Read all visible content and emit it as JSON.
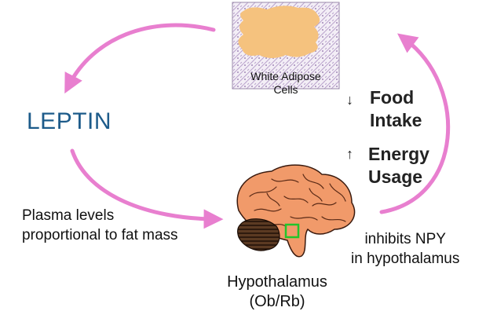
{
  "labels": {
    "leptin": "LEPTIN",
    "adipose_line1": "White Adipose",
    "adipose_line2": "Cells",
    "food_line1": "Food",
    "food_line2": "Intake",
    "energy_line1": "Energy",
    "energy_line2": "Usage",
    "down_arrow": "↓",
    "up_arrow": "↑",
    "plasma_line1": "Plasma levels",
    "plasma_line2": "proportional to fat mass",
    "npy_line1": "inhibits NPY",
    "npy_line2": "in hypothalamus",
    "hypo_line1": "Hypothalamus",
    "hypo_line2": "(Ob/Rb)"
  },
  "colors": {
    "cycle_arrow": "#e87fcf",
    "leptin_text": "#1d5b8a",
    "brain_fill": "#f19a6a",
    "cerebellum_fill": "#2a1a12",
    "hypothalamus_marker": "#22c52a",
    "adipose_blob": "#f5c27e",
    "adipose_tissue": "#cdb8dc"
  }
}
